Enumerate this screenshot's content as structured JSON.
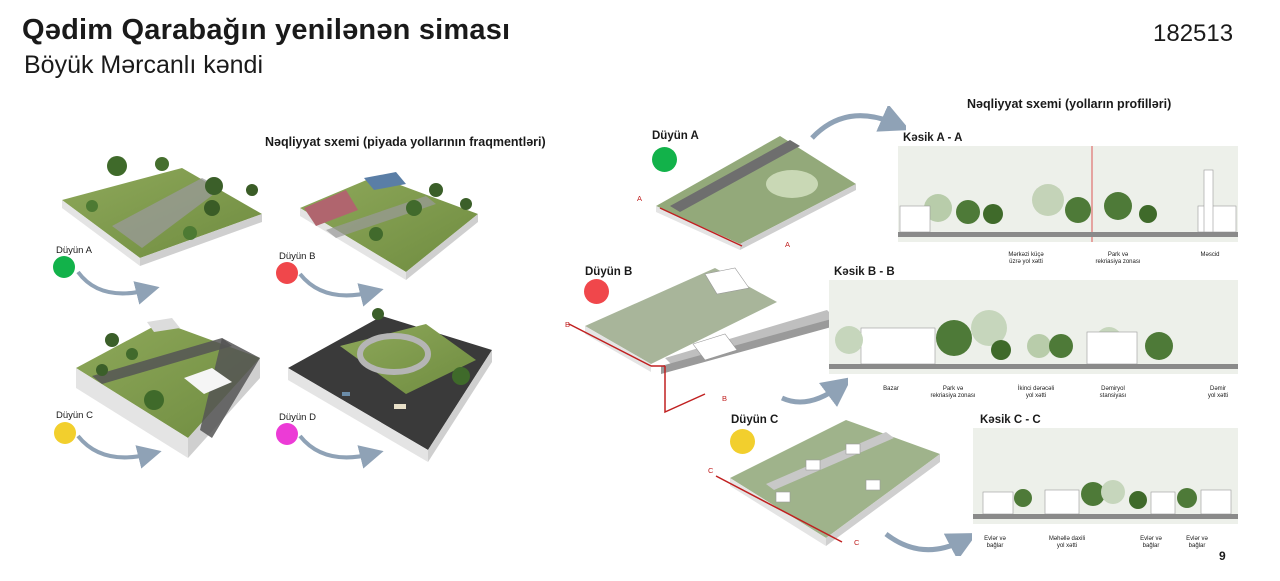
{
  "header": {
    "title": "Qədim Qarabağın yenilənən siması",
    "subtitle": "Böyük Mərcanlı kəndi",
    "code": "182513",
    "page_number": "9"
  },
  "left_section": {
    "heading": "Nəqliyyat sxemi (piyada yollarının fraqmentləri)",
    "nodes": [
      {
        "label": "Düyün A",
        "color": "#12b24a"
      },
      {
        "label": "Düyün B",
        "color": "#f0474b"
      },
      {
        "label": "Düyün C",
        "color": "#f2cf2d"
      },
      {
        "label": "Düyün D",
        "color": "#ec3bd6"
      }
    ]
  },
  "right_section": {
    "heading": "Nəqliyyat sxemi (yolların profilləri)",
    "nodes": [
      {
        "label": "Düyün A",
        "color": "#12b24a"
      },
      {
        "label": "Düyün B",
        "color": "#f0474b"
      },
      {
        "label": "Düyün C",
        "color": "#f2cf2d"
      }
    ],
    "section_markers": {
      "a": "A",
      "b": "B",
      "c": "C"
    },
    "sections": [
      {
        "title": "Kəsik A - A",
        "captions": [
          "Mərkəzi küçə\nüzrə yol xətti",
          "Park və\nrekriasiya zonası",
          "Məscid"
        ]
      },
      {
        "title": "Kəsik B - B",
        "captions": [
          "Bazar",
          "Park və\nrekriasiya zonası",
          "İkinci dərəcəli\nyol xətti",
          "Dəmiryol\nstansiyası",
          "Dəmir\nyol xətti"
        ]
      },
      {
        "title": "Kəsik C - C",
        "captions": [
          "Evlər və\nbağlar",
          "Məhəllə daxili\nyol xətti",
          "Evlər və\nbağlar",
          "Evlər və\nbağlar"
        ]
      }
    ]
  }
}
